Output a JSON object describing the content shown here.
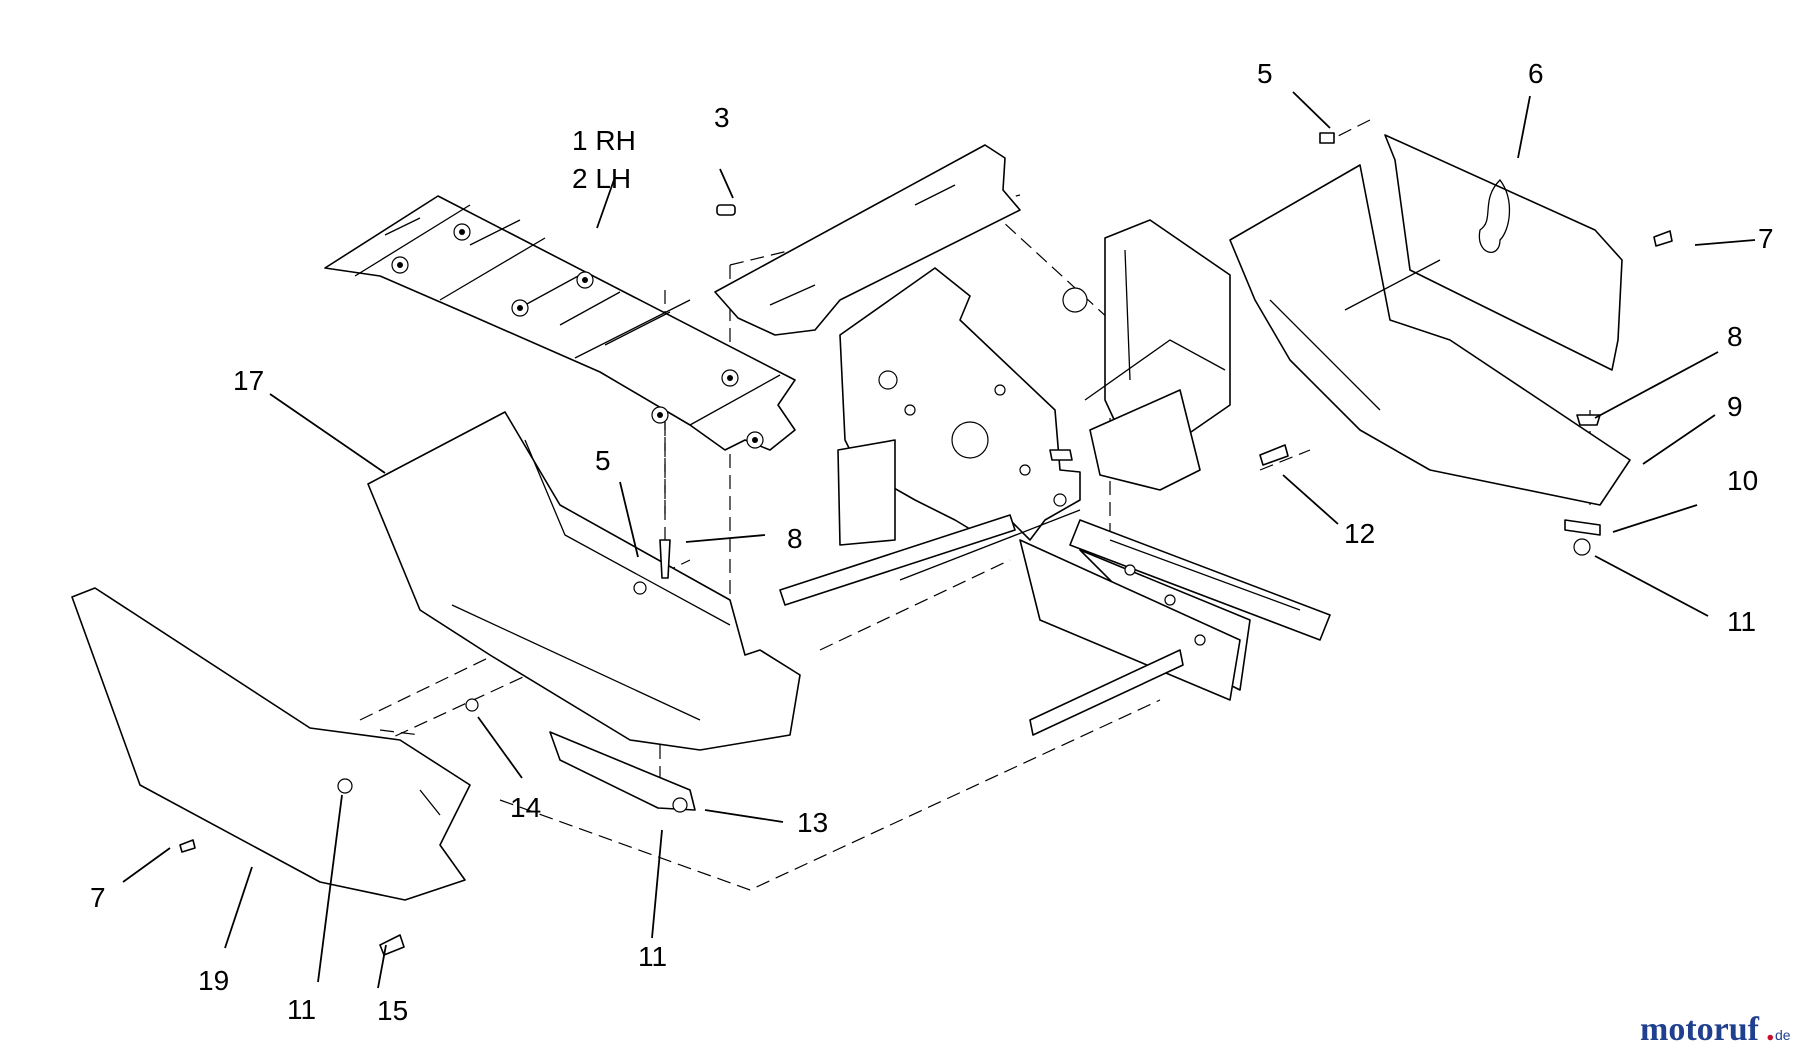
{
  "callouts": [
    {
      "id": "c1",
      "text": "1 RH"
    },
    {
      "id": "c2",
      "text": "2 LH"
    },
    {
      "id": "c3",
      "text": "3"
    },
    {
      "id": "c5a",
      "text": "5"
    },
    {
      "id": "c6",
      "text": "6"
    },
    {
      "id": "c7a",
      "text": "7"
    },
    {
      "id": "c8a",
      "text": "8"
    },
    {
      "id": "c9",
      "text": "9"
    },
    {
      "id": "c10",
      "text": "10"
    },
    {
      "id": "c11a",
      "text": "11"
    },
    {
      "id": "c12",
      "text": "12"
    },
    {
      "id": "c17",
      "text": "17"
    },
    {
      "id": "c5b",
      "text": "5"
    },
    {
      "id": "c8b",
      "text": "8"
    },
    {
      "id": "c14",
      "text": "14"
    },
    {
      "id": "c13",
      "text": "13"
    },
    {
      "id": "c7b",
      "text": "7"
    },
    {
      "id": "c19",
      "text": "19"
    },
    {
      "id": "c11b",
      "text": "11"
    },
    {
      "id": "c15",
      "text": "15"
    },
    {
      "id": "c11c",
      "text": "11"
    }
  ],
  "watermark": {
    "brand_main": "motoruf",
    "brand_dot": ".",
    "brand_tld": "de"
  },
  "colors": {
    "line": "#000000",
    "background": "#ffffff",
    "watermark_blue": "#1f3f8f",
    "watermark_red": "#c8102e"
  }
}
